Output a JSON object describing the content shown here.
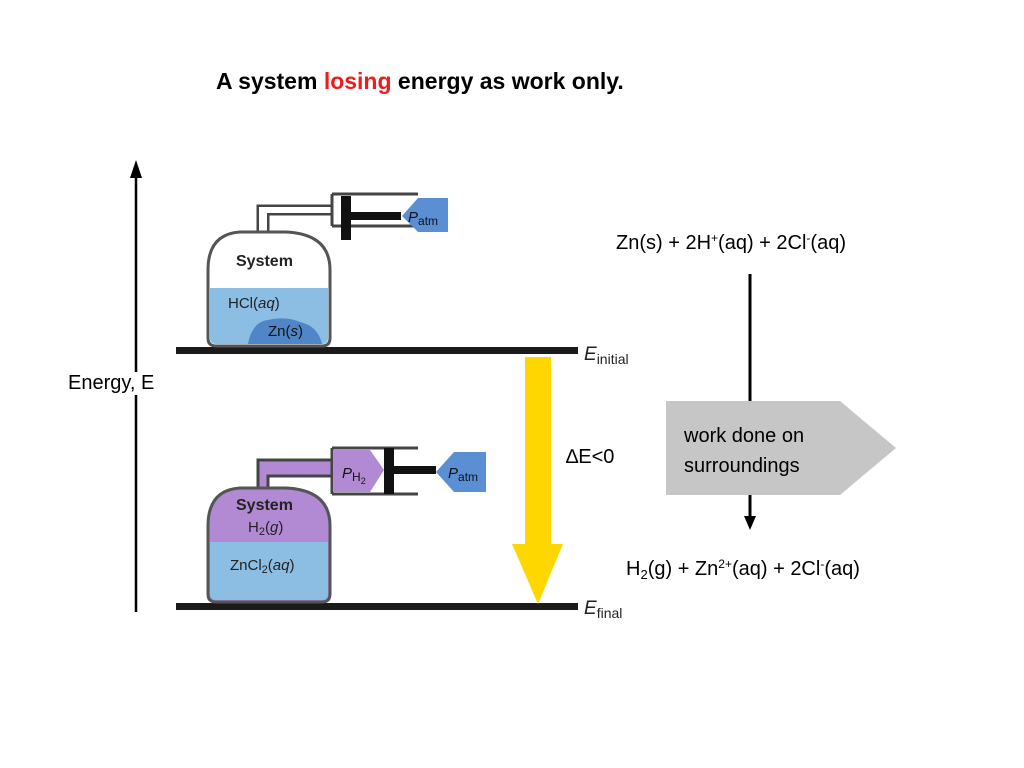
{
  "slide": {
    "title_prefix": "A system ",
    "title_highlight": "losing",
    "title_suffix": " energy as work only.",
    "highlight_color": "#ee1c1c"
  },
  "axis": {
    "label": "Energy, E"
  },
  "levels": {
    "initial_E": "E",
    "initial_sub": "initial",
    "final_E": "E",
    "final_sub": "final"
  },
  "delta": {
    "text": "∆E<0"
  },
  "initial_apparatus": {
    "system_label": "System",
    "liquid_label_main": "HCl(",
    "liquid_label_italic": "aq",
    "liquid_label_end": ")",
    "solid_label_main": "Zn(",
    "solid_label_italic": "s",
    "solid_label_end": ")",
    "pressure_P": "P",
    "pressure_sub": "atm"
  },
  "final_apparatus": {
    "system_label": "System",
    "gas_label_main": "H",
    "gas_label_sub": "2",
    "gas_label_open": "(",
    "gas_label_italic": "g",
    "gas_label_end": ")",
    "liquid_label_main": "ZnCl",
    "liquid_label_sub": "2",
    "liquid_label_open": "(",
    "liquid_label_italic": "aq",
    "liquid_label_end": ")",
    "gas_pressure_P": "P",
    "gas_pressure_sub": "H",
    "gas_pressure_subsub": "2",
    "pressure_P": "P",
    "pressure_sub": "atm"
  },
  "equations": {
    "reactants": {
      "a": "Zn(s) + 2H",
      "a_sup": "+",
      "b": "(aq) + 2Cl",
      "b_sup": "-",
      "c": "(aq)"
    },
    "products": {
      "a": "H",
      "a_sub": "2",
      "b": "(g) + Zn",
      "b_sup": "2+",
      "c": "(aq) + 2Cl",
      "c_sup": "-",
      "d": "(aq)"
    }
  },
  "work_arrow": {
    "text": "work done on surroundings",
    "fill": "#c6c6c6"
  },
  "colors": {
    "liquid": "#8cbde3",
    "gas": "#b18ad3",
    "solid": "#4f86c8",
    "arrow_yellow": "#ffd700",
    "patm_arrow": "#5b8fd4"
  }
}
